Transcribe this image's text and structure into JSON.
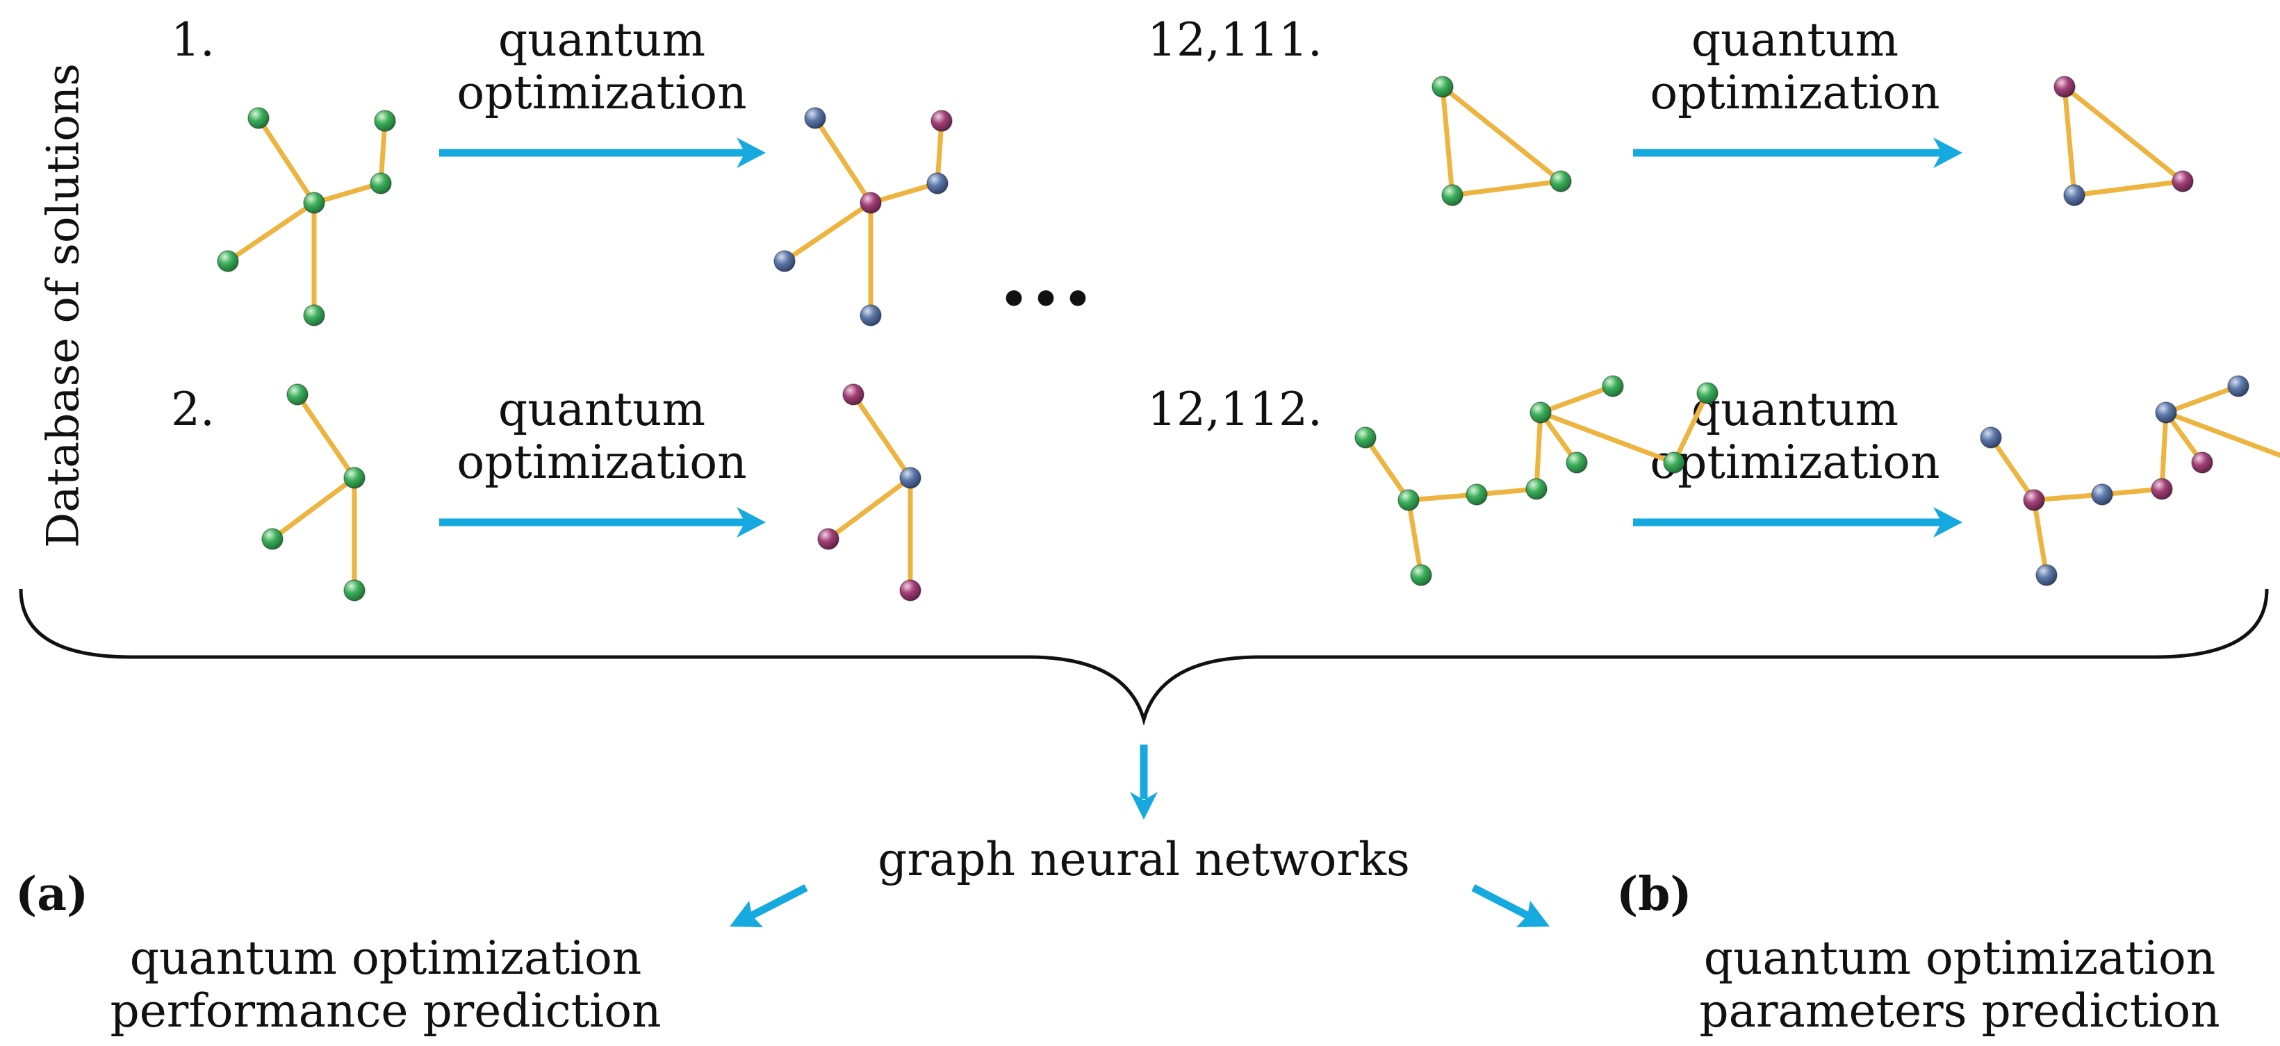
{
  "colors": {
    "edge": "#EEB440",
    "arrow": "#16A9DF",
    "node_green": "#3BAE5A",
    "node_blue": "#5B78A8",
    "node_purple": "#A23F77",
    "text": "#111111"
  },
  "side_label": "Database of solutions",
  "ellipsis": "•••",
  "examples": [
    {
      "index_label": "1.",
      "arrow_label_line1": "quantum",
      "arrow_label_line2": "optimization"
    },
    {
      "index_label": "2.",
      "arrow_label_line1": "quantum",
      "arrow_label_line2": "optimization"
    },
    {
      "index_label": "12,111.",
      "arrow_label_line1": "quantum",
      "arrow_label_line2": "optimization"
    },
    {
      "index_label": "12,112.",
      "arrow_label_line1": "quantum",
      "arrow_label_line2": "optimization"
    }
  ],
  "center_label": "graph neural networks",
  "outputs": {
    "a": {
      "tag": "(a)",
      "line1": "quantum optimization",
      "line2": "performance prediction"
    },
    "b": {
      "tag": "(b)",
      "line1": "quantum optimization",
      "line2": "parameters prediction"
    }
  }
}
